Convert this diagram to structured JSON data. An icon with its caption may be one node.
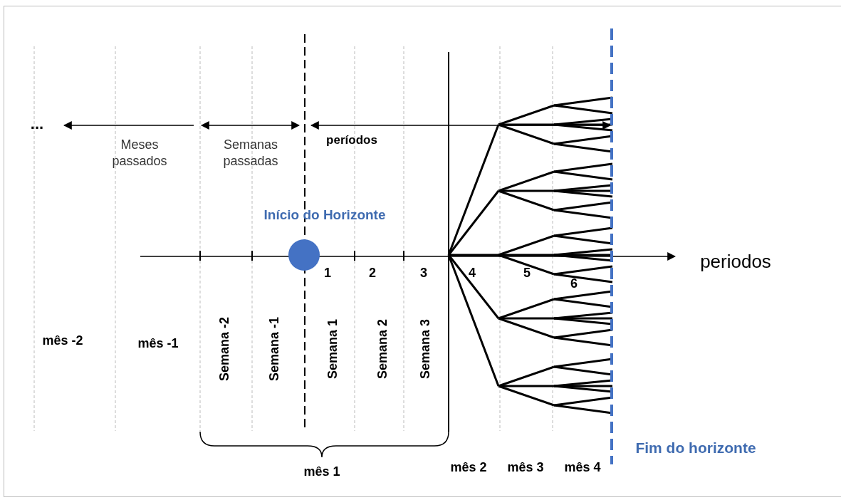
{
  "diagram": {
    "labels": [
      "...",
      "Meses passados",
      "Semanas passadas",
      "períodos",
      "Início do Horizonte",
      "1",
      "2",
      "3",
      "4",
      "5",
      "6",
      "periodos",
      "mês -2",
      "mês -1",
      "Semana -2",
      "Semana -1",
      "Semana 1",
      "Semana 2",
      "Semana 3",
      "mês 1",
      "mês 2",
      "mês 3",
      "mês 4",
      "Fim do horizonte"
    ]
  }
}
